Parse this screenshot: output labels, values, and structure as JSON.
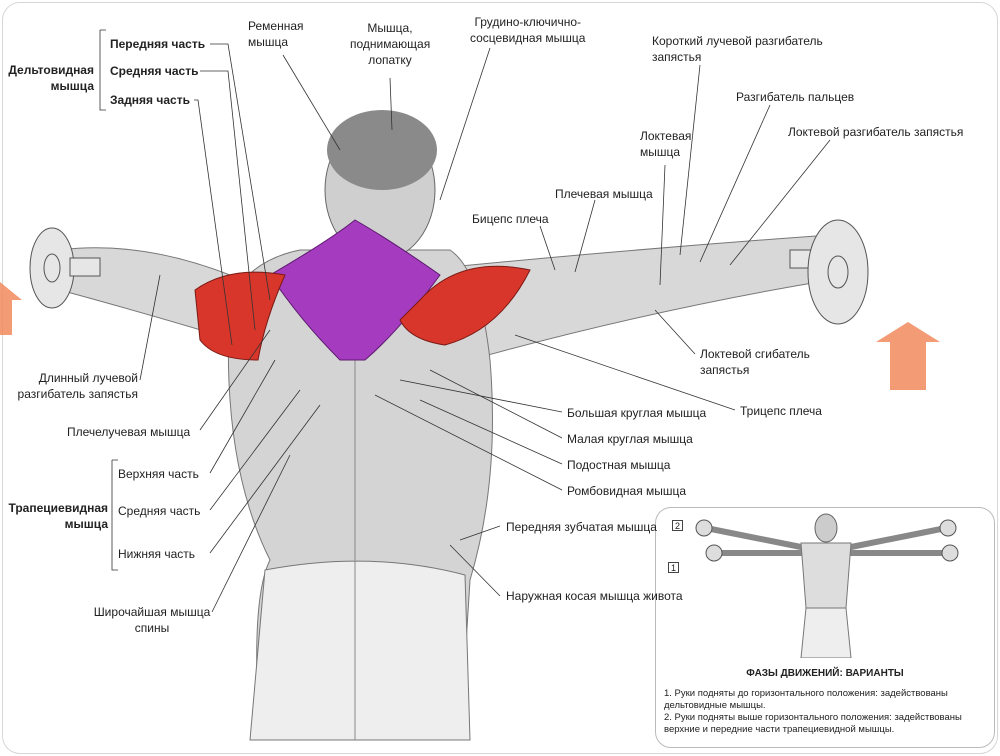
{
  "colors": {
    "deltoid": "#d9362b",
    "trapezius": "#a53cc0",
    "arrow": "#f08a5d",
    "muscle": "#c8c8c8"
  },
  "labels": {
    "deltoid": "Дельтовидная\nмышца",
    "deltoid_front": "Передняя часть",
    "deltoid_middle": "Средняя часть",
    "deltoid_rear": "Задняя часть",
    "splenius": "Ременная\nмышца",
    "levator": "Мышца,\nподнимающая\nлопатку",
    "scm": "Грудино-ключично-\nсосцевидная мышца",
    "ecrb": "Короткий лучевой разгибатель\nзапястья",
    "extensor_digitorum": "Разгибатель пальцев",
    "ecu": "Локтевой разгибатель запястья",
    "anconeus": "Локтевая\nмышца",
    "brachialis": "Плечевая мышца",
    "biceps": "Бицепс плеча",
    "fcu": "Локтевой сгибатель\nзапястья",
    "triceps": "Трицепс плеча",
    "teres_major": "Большая круглая мышца",
    "teres_minor": "Малая круглая мышца",
    "infraspinatus": "Подостная мышца",
    "rhomboid": "Ромбовидная мышца",
    "serratus": "Передняя зубчатая мышца",
    "oblique": "Наружная косая мышца живота",
    "ecrl": "Длинный лучевой\nразгибатель запястья",
    "brachioradialis": "Плечелучевая мышца",
    "trapezius": "Трапециевидная\nмышца",
    "trap_upper": "Верхняя часть",
    "trap_middle": "Средняя часть",
    "trap_lower": "Нижняя часть",
    "lats": "Широчайшая мышца\nспины"
  },
  "inset": {
    "badge_2": "2",
    "badge_1": "1",
    "title": "ФАЗЫ ДВИЖЕНИЙ: ВАРИАНТЫ",
    "note_1": "1. Руки подняты до горизонтального положения: задействованы дельтовидные мышцы.",
    "note_2": "2. Руки подняты выше горизонтального положения: задействованы верхние и передние части трапециевидной мышцы."
  }
}
